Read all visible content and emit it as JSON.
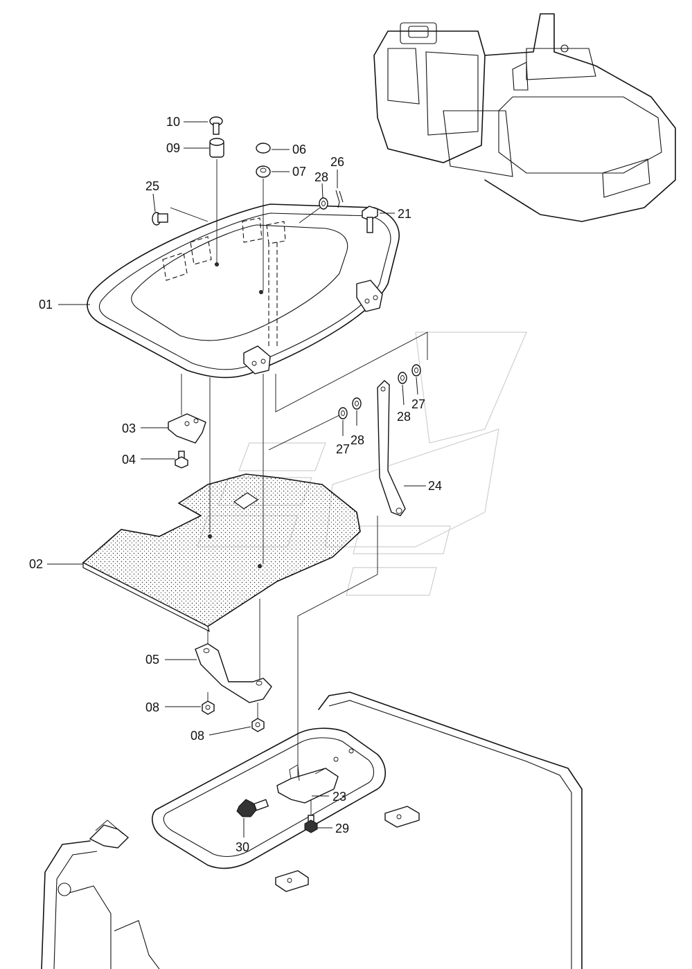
{
  "diagram": {
    "callouts": [
      {
        "id": "c10",
        "text": "10"
      },
      {
        "id": "c09",
        "text": "09"
      },
      {
        "id": "c06",
        "text": "06"
      },
      {
        "id": "c07",
        "text": "07"
      },
      {
        "id": "c28a",
        "text": "28"
      },
      {
        "id": "c26",
        "text": "26"
      },
      {
        "id": "c25",
        "text": "25"
      },
      {
        "id": "c21",
        "text": "21"
      },
      {
        "id": "c01",
        "text": "01"
      },
      {
        "id": "c03",
        "text": "03"
      },
      {
        "id": "c04",
        "text": "04"
      },
      {
        "id": "c27a",
        "text": "27"
      },
      {
        "id": "c28b",
        "text": "28"
      },
      {
        "id": "c28c",
        "text": "28"
      },
      {
        "id": "c27b",
        "text": "27"
      },
      {
        "id": "c24",
        "text": "24"
      },
      {
        "id": "c02",
        "text": "02"
      },
      {
        "id": "c05",
        "text": "05"
      },
      {
        "id": "c08a",
        "text": "08"
      },
      {
        "id": "c08b",
        "text": "08"
      },
      {
        "id": "c23",
        "text": "23"
      },
      {
        "id": "c29",
        "text": "29"
      },
      {
        "id": "c30",
        "text": "30"
      }
    ]
  },
  "colors": {
    "line": "#111111",
    "watermark": "#cfcfcf",
    "background": "#ffffff"
  }
}
